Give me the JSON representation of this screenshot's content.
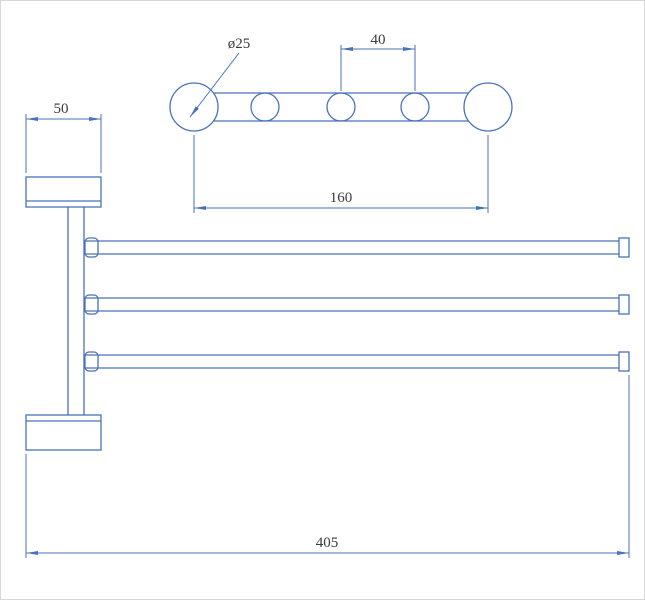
{
  "drawing": {
    "colors": {
      "line": "#4a72b8",
      "text": "#3b3b3b",
      "background": "#ffffff"
    },
    "dimensions": {
      "hole_diameter": "ø25",
      "hole_pitch": "40",
      "bar_length": "160",
      "bracket_width": "50",
      "overall_length": "405"
    }
  }
}
